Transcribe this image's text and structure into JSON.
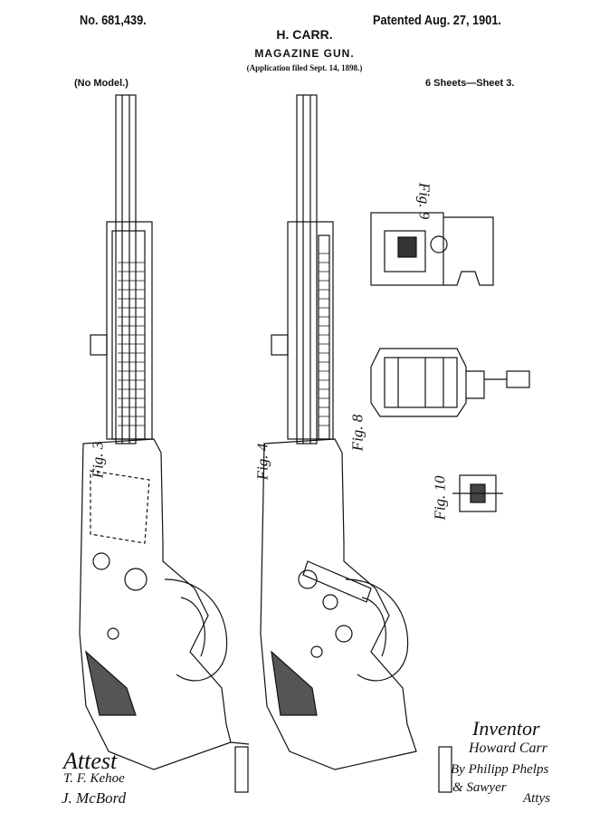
{
  "header": {
    "patent_number": "No. 681,439.",
    "patented": "Patented Aug. 27, 1901.",
    "inventor": "H. CARR.",
    "title": "MAGAZINE GUN.",
    "application": "(Application filed Sept. 14, 1898.)",
    "model": "(No Model.)",
    "sheets": "6 Sheets—Sheet 3."
  },
  "figures": {
    "fig3": "Fig. 3",
    "fig4": "Fig. 4",
    "fig8": "Fig. 8",
    "fig9": "Fig. 9",
    "fig10": "Fig. 10"
  },
  "signatures": {
    "attest_label": "Attest",
    "witness1": "T. F. Kehoe",
    "witness2": "J. McBord",
    "inventor_label": "Inventor",
    "inventor_name": "Howard Carr",
    "attorneys_line1": "By Philipp Phelps",
    "attorneys_line2": "& Sawyer",
    "attorneys_suffix": "Attys"
  }
}
